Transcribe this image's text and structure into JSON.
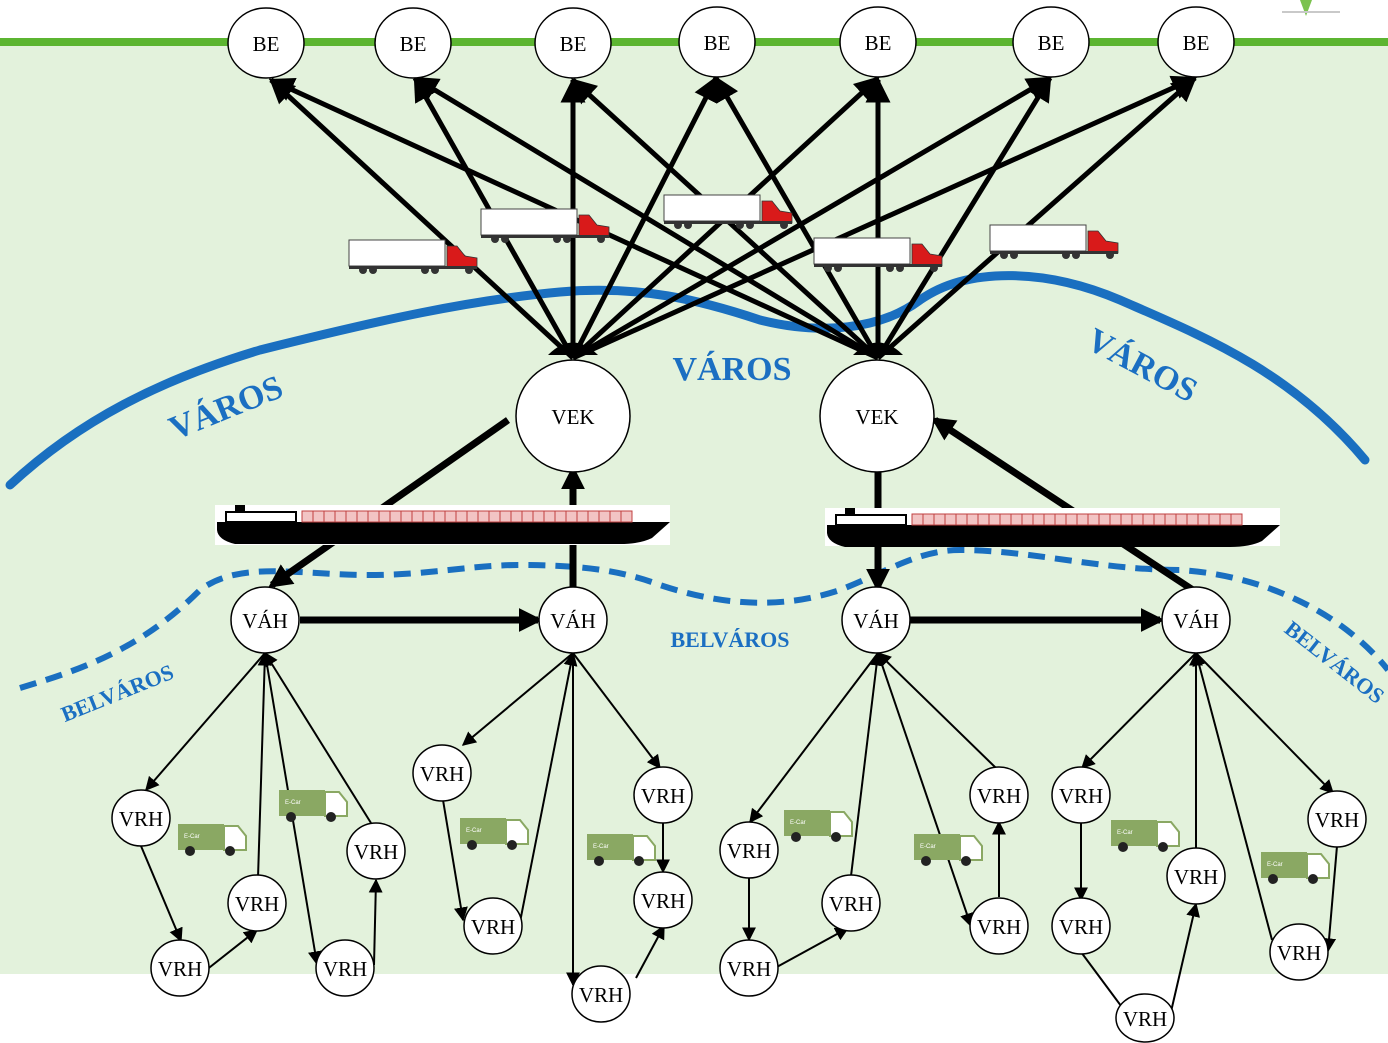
{
  "nodes": {
    "be": [
      "BE",
      "BE",
      "BE",
      "BE",
      "BE",
      "BE",
      "BE"
    ],
    "vek": [
      "VEK",
      "VEK"
    ],
    "vah": [
      "VÁH",
      "VÁH",
      "VÁH",
      "VÁH"
    ],
    "vrh": [
      "VRH",
      "VRH",
      "VRH",
      "VRH",
      "VRH",
      "VRH",
      "VRH",
      "VRH",
      "VRH",
      "VRH",
      "VRH",
      "VRH",
      "VRH",
      "VRH",
      "VRH",
      "VRH",
      "VRH",
      "VRH",
      "VRH",
      "VRH"
    ]
  },
  "regions": {
    "city_labels": [
      "VÁROS",
      "VÁROS",
      "VÁROS"
    ],
    "downtown_labels": [
      "BELVÁROS",
      "BELVÁROS",
      "BELVÁROS"
    ]
  },
  "vehicles": {
    "ecar_label": "E-Car"
  },
  "colors": {
    "background": "#e3f2dc",
    "top_bar": "#5cb531",
    "river": "#1a6fc0",
    "truck_cab": "#d91a1a",
    "ecar": "#8aa863",
    "node_fill": "#ffffff",
    "edge": "#000000"
  }
}
